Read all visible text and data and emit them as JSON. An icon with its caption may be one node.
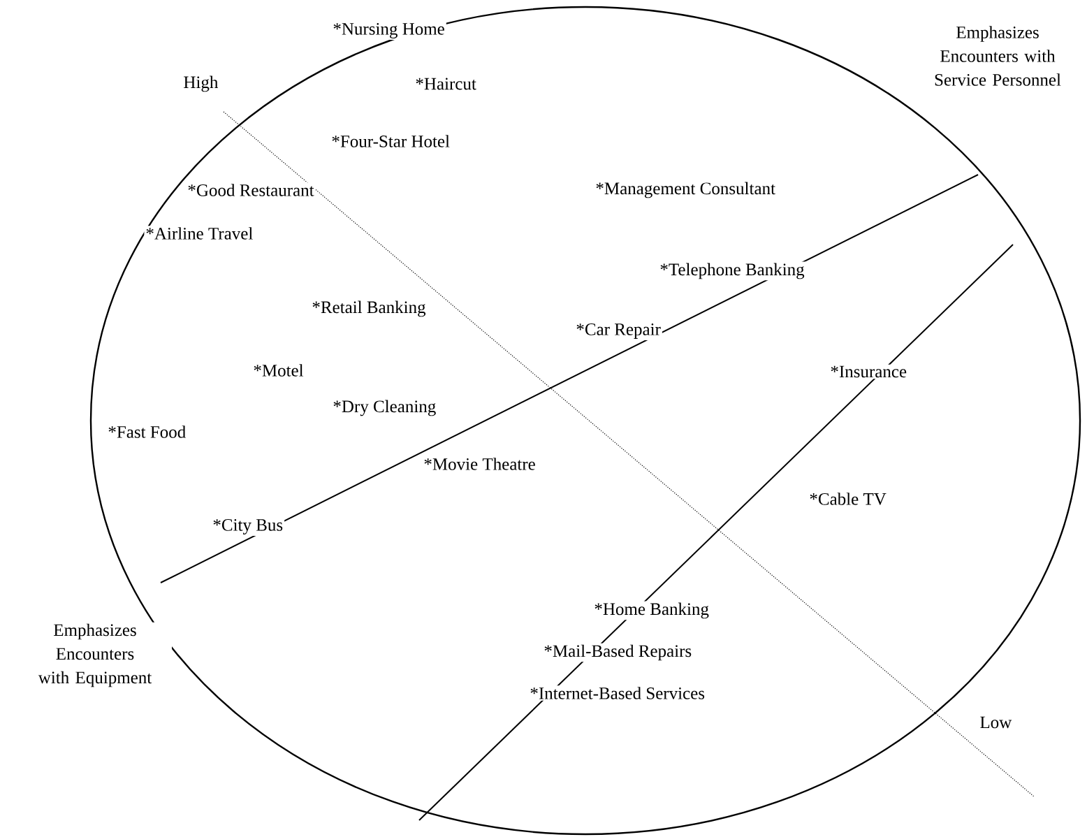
{
  "diagram": {
    "labels": [
      "Emphasizes Encounters with Service Personnel",
      "High",
      "*Nursing Home",
      "*Haircut",
      "*Four-Star Hotel",
      "*Good Restaurant",
      "*Management Consultant",
      "*Airline Travel",
      "*Telephone Banking",
      "*Retail Banking",
      "*Car Repair",
      "*Insurance",
      "*Motel",
      "*Dry Cleaning",
      "*Fast Food",
      "*Movie Theatre",
      "*Cable TV",
      "*City Bus",
      "*Home Banking",
      "*Mail-Based Repairs",
      "Emphasizes Encounters with Equipment",
      "*Internet-Based Services",
      "Low"
    ]
  }
}
